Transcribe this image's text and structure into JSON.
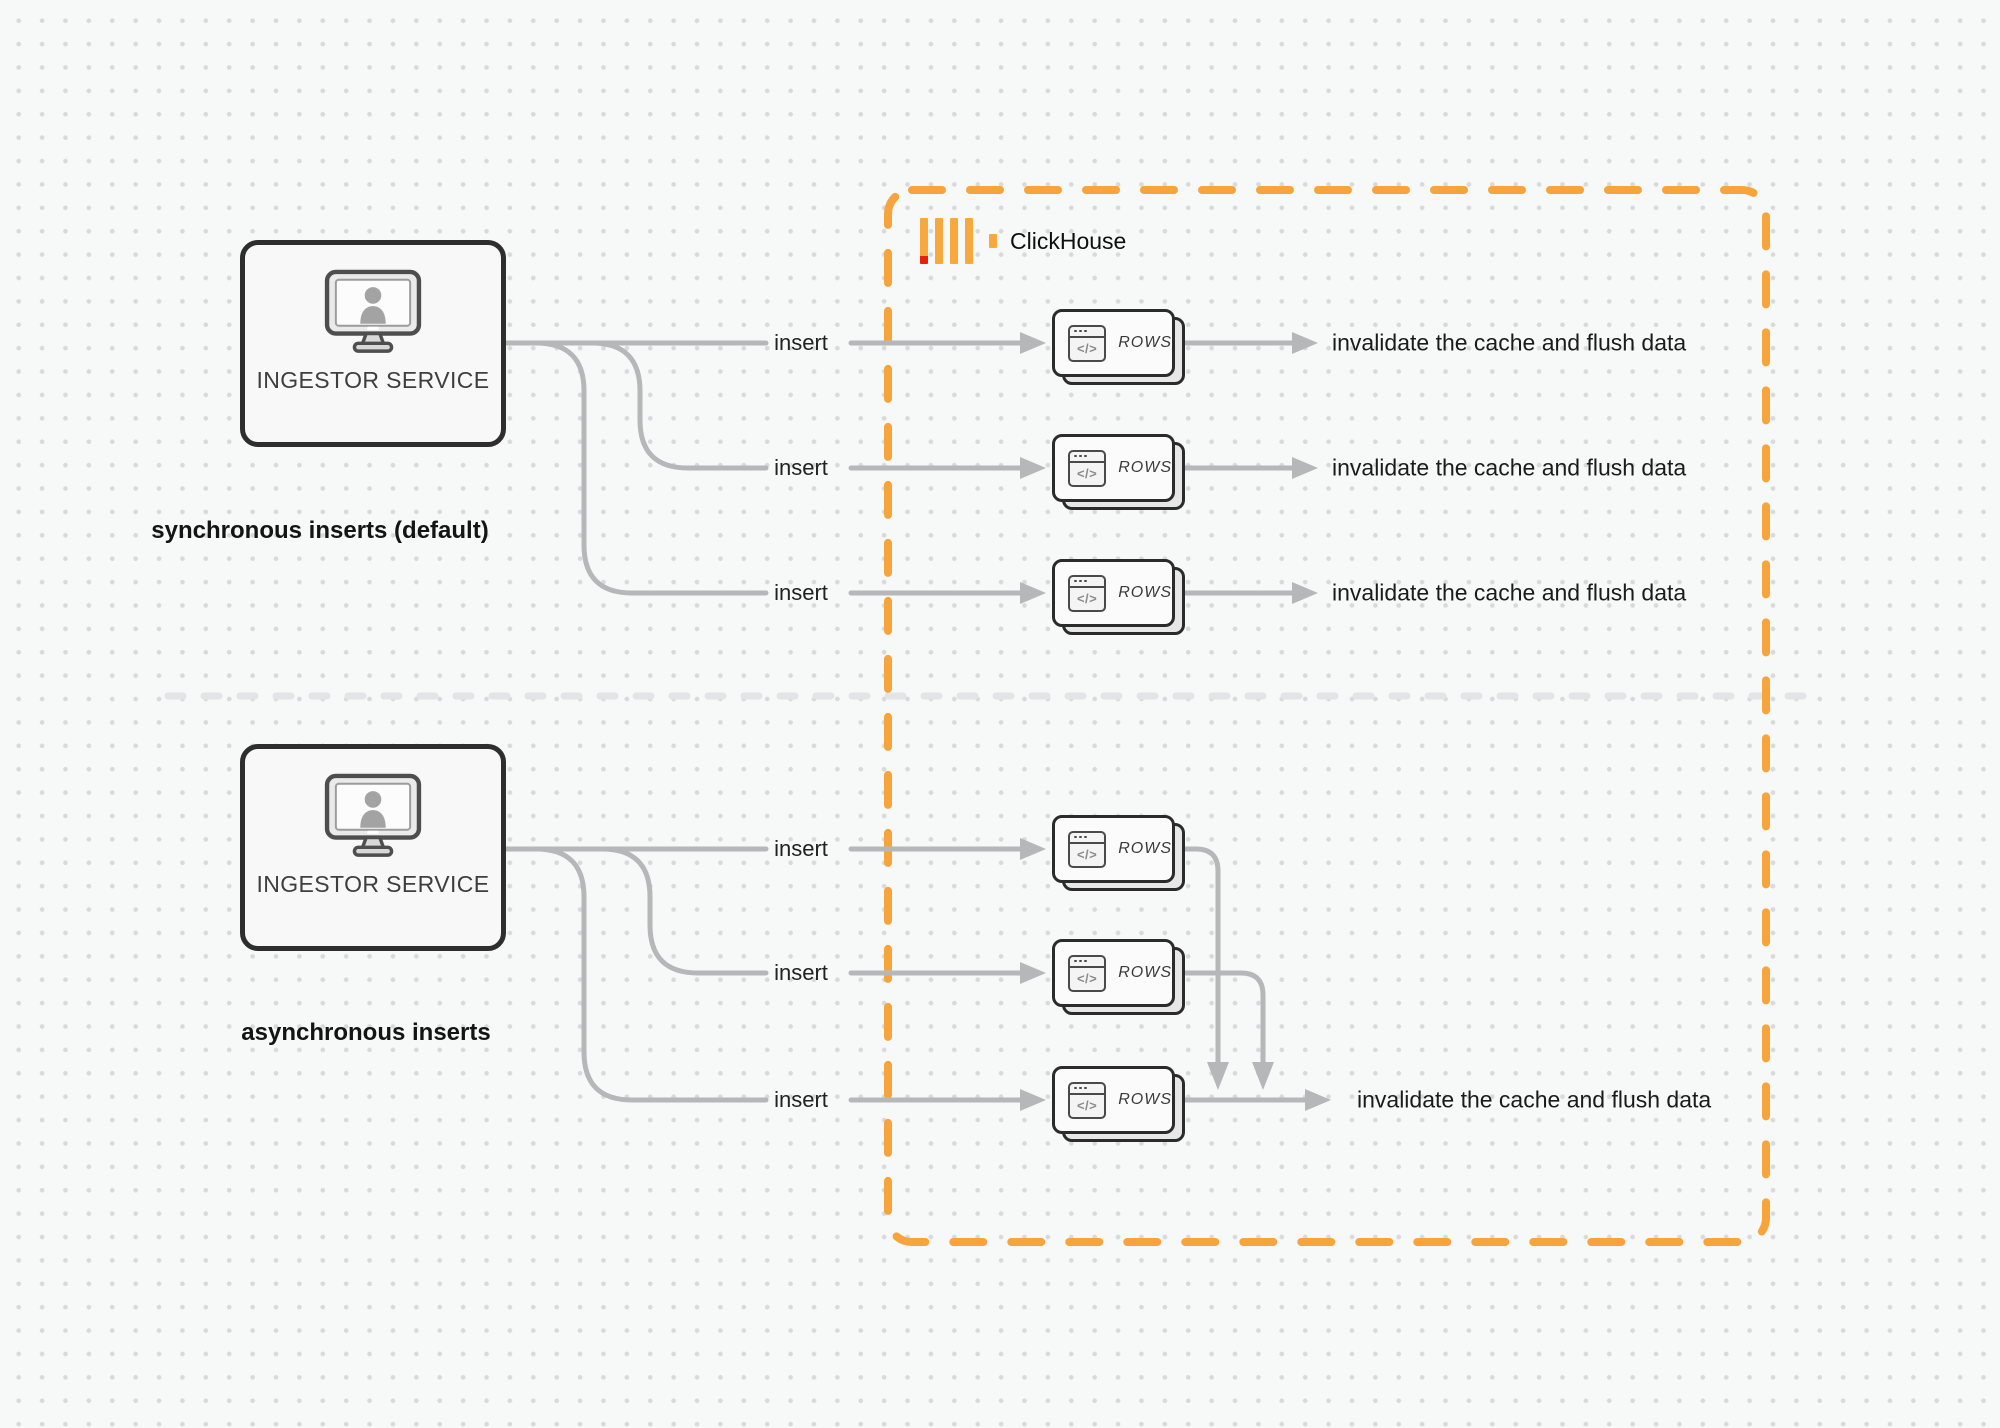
{
  "clickhouse": {
    "label": "ClickHouse"
  },
  "sync": {
    "caption": "synchronous inserts (default)",
    "service_label": "INGESTOR SERVICE",
    "rows": [
      {
        "insert_label": "insert",
        "card_label": "ROWS",
        "card_glyph": "</>",
        "result_label": "invalidate the cache and flush data"
      },
      {
        "insert_label": "insert",
        "card_label": "ROWS",
        "card_glyph": "</>",
        "result_label": "invalidate the cache and flush data"
      },
      {
        "insert_label": "insert",
        "card_label": "ROWS",
        "card_glyph": "</>",
        "result_label": "invalidate the cache and flush data"
      }
    ]
  },
  "async": {
    "caption": "asynchronous inserts",
    "service_label": "INGESTOR SERVICE",
    "rows": [
      {
        "insert_label": "insert",
        "card_label": "ROWS",
        "card_glyph": "</>"
      },
      {
        "insert_label": "insert",
        "card_label": "ROWS",
        "card_glyph": "</>"
      },
      {
        "insert_label": "insert",
        "card_label": "ROWS",
        "card_glyph": "</>"
      }
    ],
    "result_label": "invalidate the cache and flush data"
  },
  "colors": {
    "accent_orange": "#F8A43D",
    "logo_yellow": "#F9A93B",
    "logo_red": "#E8200A",
    "arrow_gray": "#B6B7B9",
    "divider_gray": "#E3E4E6",
    "box_border": "#2E2E2E"
  }
}
